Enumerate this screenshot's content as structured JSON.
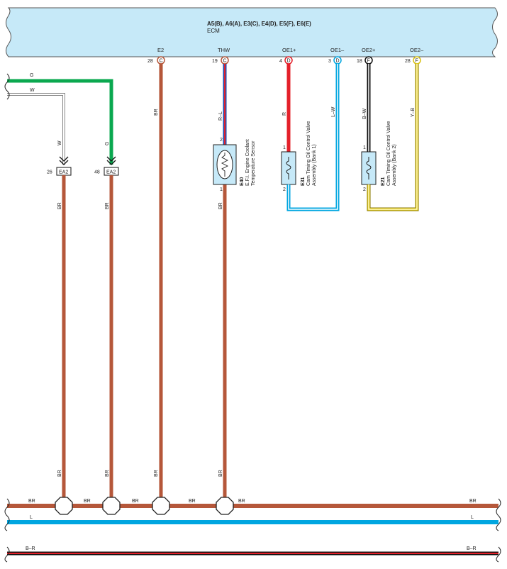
{
  "ecm": {
    "connectors": "A5(B), A6(A), E3(C), E4(D), E5(F), E6(E)",
    "name": "ECM"
  },
  "terminals": [
    {
      "name": "E2",
      "pin": "28",
      "conn": "C"
    },
    {
      "name": "THW",
      "pin": "19",
      "conn": "C"
    },
    {
      "name": "OE1+",
      "pin": "4",
      "conn": "D"
    },
    {
      "name": "OE1–",
      "pin": "3",
      "conn": "D"
    },
    {
      "name": "OE2+",
      "pin": "18",
      "conn": "F"
    },
    {
      "name": "OE2–",
      "pin": "28",
      "conn": "F"
    }
  ],
  "wire_colors": {
    "BR": "#b5573a",
    "G": "#0aa84f",
    "L": "#00a6e0",
    "R": "#e4202a",
    "Y": "#f5df2e",
    "B": "#111111",
    "W": "#ffffff",
    "ecm_fill": "#c6e9f8"
  },
  "wires": {
    "g_top": "G",
    "w_top": "W",
    "w_down": "W",
    "g_down": "G",
    "br_ea2_26": "BR",
    "br_ea2_48": "BR",
    "br_e2_top": "BR",
    "br_e2_bottom": "BR",
    "rl": "R–L",
    "br_e40": "BR",
    "br_e40_bottom": "BR",
    "br_26_bottom": "BR",
    "br_48_bottom": "BR",
    "r": "R",
    "lw": "L–W",
    "bw": "B–W",
    "yb": "Y–B",
    "bus_br": [
      "BR",
      "BR",
      "BR",
      "BR",
      "BR",
      "BR"
    ],
    "bus_l": [
      "L",
      "L"
    ],
    "bus_br2": [
      "B–R",
      "B–R"
    ]
  },
  "ea2": [
    {
      "pin": "26",
      "label": "EA2"
    },
    {
      "pin": "48",
      "label": "EA2"
    }
  ],
  "e40": {
    "code": "E40",
    "name": "E.F.I. Engine Coolant Temperature Sensor",
    "line1": "E.F.I. Engine Coolant",
    "line2": "Temperature Sensor",
    "pin_top": "2",
    "pin_bottom": "1"
  },
  "e31": {
    "code": "E31",
    "line1": "Cam Timing Oil Control Valve",
    "line2": "Assembly (Bank 1)",
    "pin_top": "1",
    "pin_bottom": "2"
  },
  "e21": {
    "code": "E21",
    "line1": "Cam Timing Oil Control Valve",
    "line2": "Assembly (Bank 2)",
    "pin_top": "1",
    "pin_bottom": "2"
  }
}
